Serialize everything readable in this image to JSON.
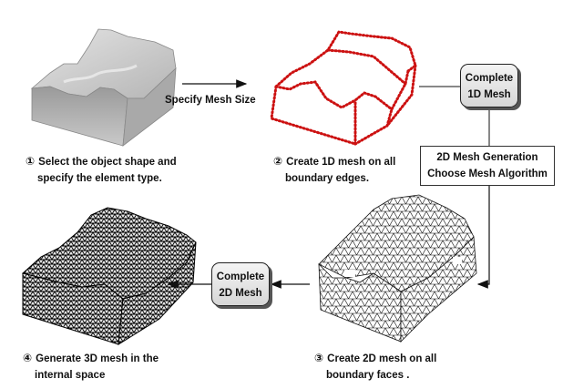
{
  "steps": [
    {
      "number": "①",
      "line1": "Select the object shape and",
      "line2": "specify the element type."
    },
    {
      "number": "②",
      "line1": "Create 1D mesh on all",
      "line2": "boundary edges."
    },
    {
      "number": "③",
      "line1": "Create 2D mesh on all",
      "line2": "boundary faces ."
    },
    {
      "number": "④",
      "line1": "Generate 3D mesh in the",
      "line2": "internal space"
    }
  ],
  "arrow_label": "Specify Mesh Size",
  "complete_1d": {
    "line1": "Complete",
    "line2": "1D Mesh"
  },
  "complete_2d": {
    "line1": "Complete",
    "line2": "2D Mesh"
  },
  "mesh_algorithm": {
    "line1": "2D Mesh Generation",
    "line2": "Choose Mesh Algorithm"
  },
  "colors": {
    "edge_mesh": "#cc1111",
    "surface": "#c8c8c8",
    "wire": "#111111"
  }
}
